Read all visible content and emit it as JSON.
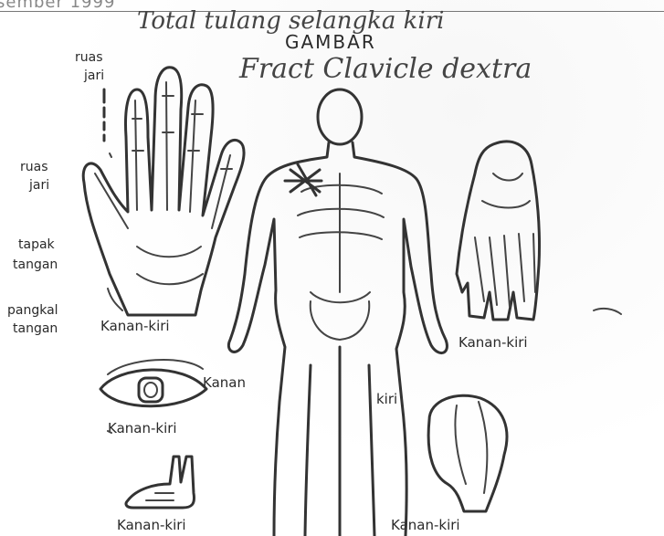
{
  "header": {
    "date_fragment": "sember 1999",
    "title": "GAMBAR"
  },
  "handwriting": {
    "line1": "Total tulang selangka kiri",
    "line2": "Fract Clavicle dextra"
  },
  "hand_labels": {
    "ruas_top": "ruas",
    "jari_top": "jari",
    "ruas_mid": "ruas",
    "jari_mid": "jari",
    "tapak": "tapak",
    "tangan1": "tangan",
    "pangkal": "pangkal",
    "tangan2": "tangan",
    "caption": "Kanan-kiri"
  },
  "body_labels": {
    "right": "Kanan",
    "left": "kiri"
  },
  "captions": {
    "foot_top": "Kanan-kiri",
    "eye": "Kanan-kiri",
    "foot_bottom": "Kanan-kiri",
    "head": "Kanan-kiri"
  },
  "colors": {
    "ink": "#333333",
    "paper": "#ffffff"
  }
}
